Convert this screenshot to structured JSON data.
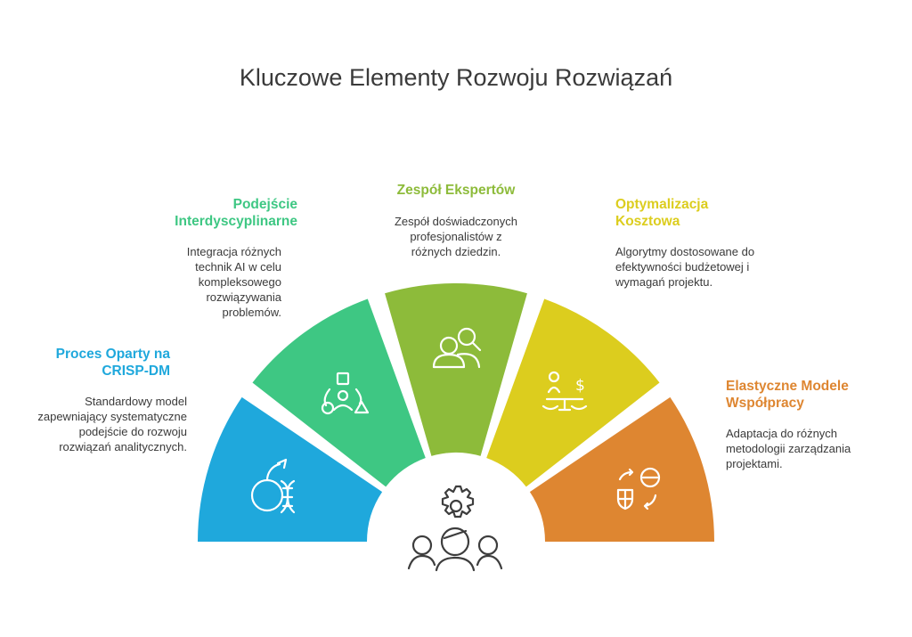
{
  "title": "Kluczowe Elementy Rozwoju Rozwiązań",
  "segments": [
    {
      "label": "Proces Oparty na CRISP-DM",
      "description": "Standardowy model zapewniający systematyczne podejście do rozwoju rozwiązań analitycznych.",
      "color": "#1fa8dc",
      "icon": "dna-plant-icon"
    },
    {
      "label": "Podejście Interdyscyplinarne",
      "description": "Integracja różnych technik AI w celu kompleksowego rozwiązywania problemów.",
      "color": "#3ec783",
      "icon": "shapes-person-icon"
    },
    {
      "label": "Zespół Ekspertów",
      "description": "Zespół doświadczonych profesjonalistów z różnych dziedzin.",
      "color": "#8dbb3a",
      "icon": "team-search-icon"
    },
    {
      "label": "Optymalizacja Kosztowa",
      "description": "Algorytmy dostosowane do efektywności budżetowej i wymagań projektu.",
      "color": "#dccd1e",
      "icon": "balance-scale-icon"
    },
    {
      "label": "Elastyczne Modele Współpracy",
      "description": "Adaptacja do różnych metodologii zarządzania projektami.",
      "color": "#de8631",
      "icon": "sync-shield-icon"
    }
  ],
  "center_icon": "gear-team-icon"
}
